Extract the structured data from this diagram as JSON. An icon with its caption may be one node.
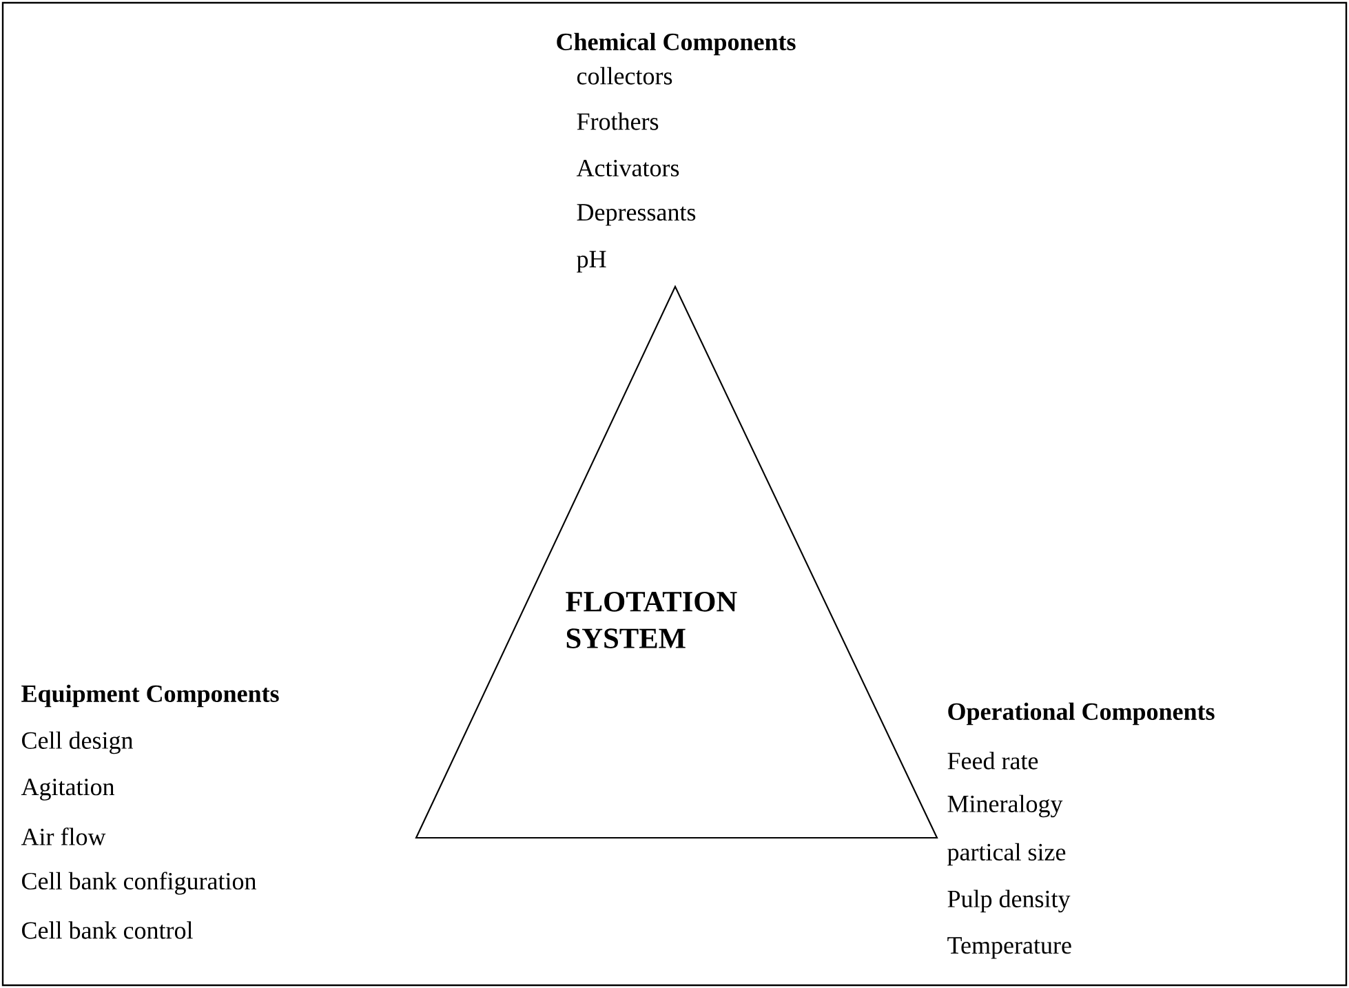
{
  "diagram": {
    "nodes": [
      {
        "text": [
          "FLOTATION SYSTEM"
        ]
      }
    ],
    "edges": [],
    "labels": [
      "Chemical Components",
      "collectors",
      "Frothers",
      "Activators",
      "Depressants",
      "pH",
      "Equipment Components",
      "Cell design",
      "Agitation",
      "Air flow",
      "Cell bank configuration",
      "Cell bank control",
      "Operational Components",
      "Feed rate",
      "Mineralogy",
      "partical size",
      "Pulp density",
      "Temperature"
    ]
  }
}
